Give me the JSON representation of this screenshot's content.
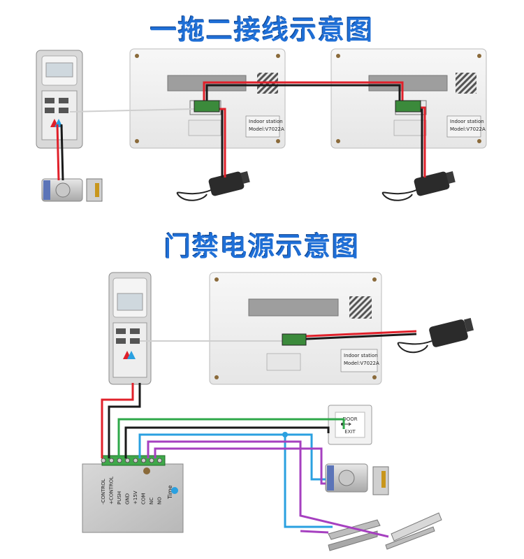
{
  "diagram1": {
    "title": "一拖二接线示意图"
  },
  "diagram2": {
    "title": "门禁电源示意图"
  },
  "indoor_station": {
    "label": "Indoor station",
    "model": "Model:V7022A"
  },
  "exit_button": {
    "line1": "DOOR",
    "line2": "EXIT"
  },
  "power_controller": {
    "terminals": [
      "-CONTROL",
      "+CONTROL",
      "PUSH",
      "GND",
      "+15V",
      "COM",
      "NC",
      "NO"
    ],
    "time_label": "Time"
  },
  "wire_colors": {
    "red": "#e0202a",
    "black": "#1a1a1a",
    "green": "#2fa84a",
    "blue": "#2aa0e0",
    "purple": "#a640c0",
    "gray": "#bfbfbf"
  }
}
